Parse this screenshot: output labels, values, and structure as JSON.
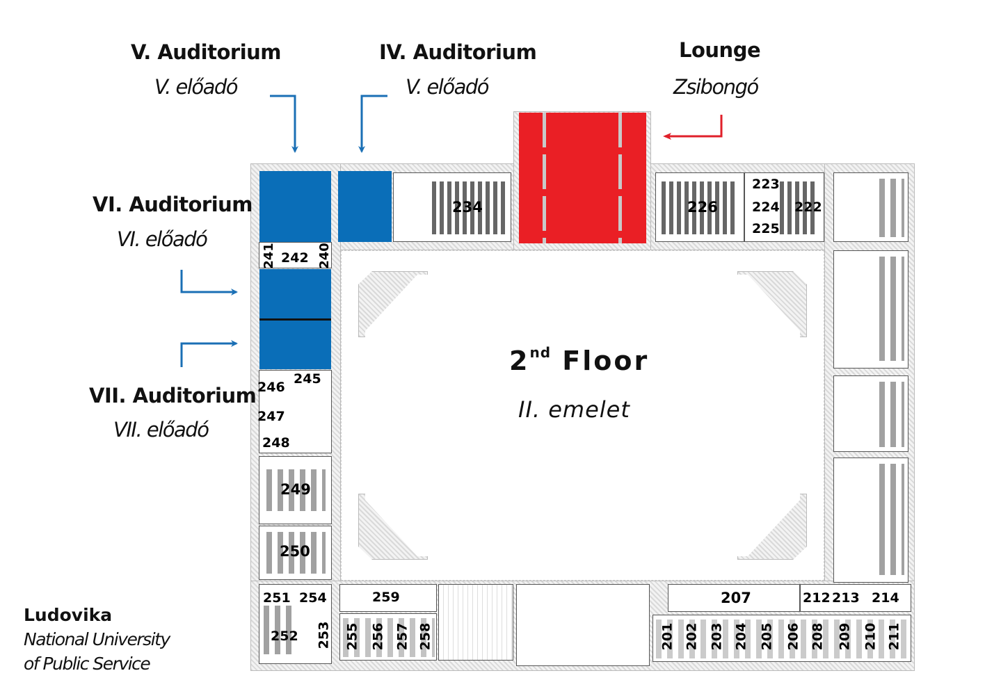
{
  "map": {
    "floor_title": "2",
    "floor_title_suffix": "nd",
    "floor_title_word": "Floor",
    "floor_subtitle": "II. emelet",
    "institution": {
      "name": "Ludovika",
      "line1": "National University",
      "line2": "of Public Service"
    },
    "colors": {
      "auditorium_highlight": "#0a6eb8",
      "lounge_highlight": "#ea1f25",
      "arrow_blue": "#1a6fb5",
      "arrow_red": "#e0202a"
    },
    "callouts": [
      {
        "id": "v-auditorium",
        "title": "V. Auditorium",
        "subtitle": "V. előadó",
        "color": "blue"
      },
      {
        "id": "iv-auditorium",
        "title": "IV. Auditorium",
        "subtitle": "V. előadó",
        "color": "blue"
      },
      {
        "id": "lounge",
        "title": "Lounge",
        "subtitle": "Zsibongó",
        "color": "red"
      },
      {
        "id": "vi-auditorium",
        "title": "VI. Auditorium",
        "subtitle": "VI. előadó",
        "color": "blue"
      },
      {
        "id": "vii-auditorium",
        "title": "VII. Auditorium",
        "subtitle": "VII. előadó",
        "color": "blue"
      }
    ],
    "rooms": {
      "r234": "234",
      "r226": "226",
      "r223": "223",
      "r224": "224",
      "r225": "225",
      "r222": "222",
      "r241": "241",
      "r242": "242",
      "r240": "240",
      "r245": "245",
      "r246": "246",
      "r247": "247",
      "r248": "248",
      "r249": "249",
      "r250": "250",
      "r251": "251",
      "r254": "254",
      "r252": "252",
      "r253": "253",
      "r259": "259",
      "r255": "255",
      "r256": "256",
      "r257": "257",
      "r258": "258",
      "r207": "207",
      "r212": "212",
      "r213": "213",
      "r214": "214",
      "r201": "201",
      "r202": "202",
      "r203": "203",
      "r204": "204",
      "r205": "205",
      "r206": "206",
      "r208": "208",
      "r209": "209",
      "r210": "210",
      "r211": "211"
    }
  }
}
